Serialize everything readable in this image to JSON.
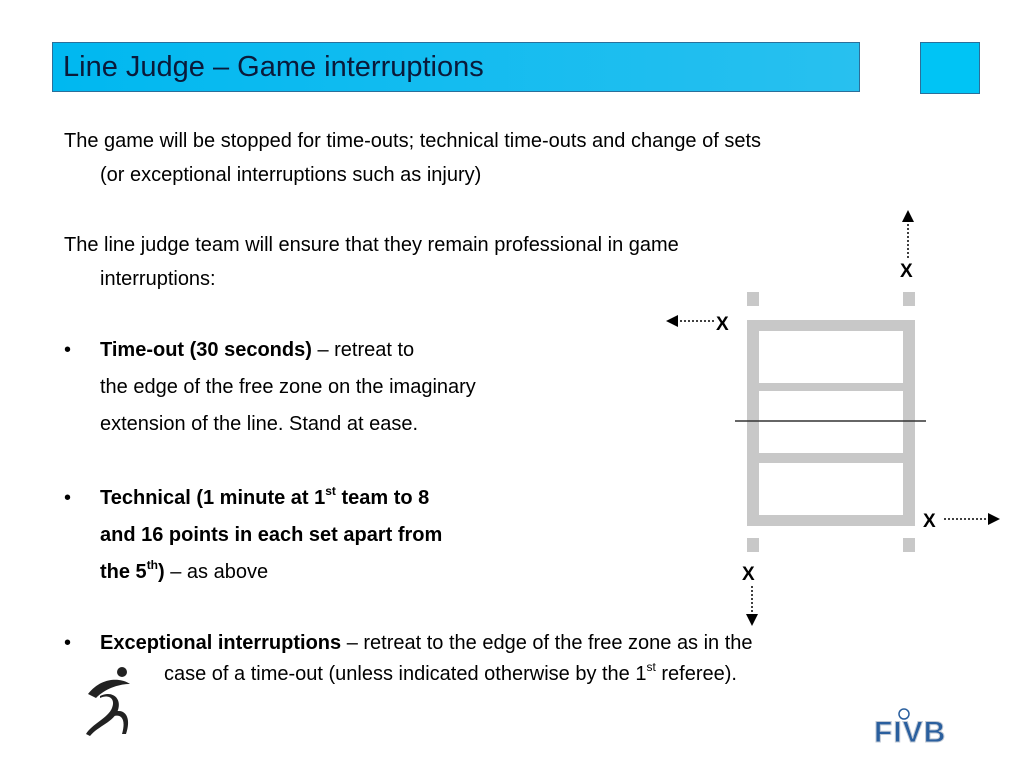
{
  "title": "Line Judge – Game interruptions",
  "paragraphs": {
    "p1_line1": "The game will be stopped for time-outs; technical time-outs and change of sets",
    "p1_line2": "(or exceptional interruptions such as injury)",
    "p2_line1": "The line judge team will ensure that they remain professional in game",
    "p2_line2": "interruptions:"
  },
  "bullets": {
    "b1_bold": "Time-out  (30 seconds)",
    "b1_rest": " – retreat to",
    "b1_line2": "the edge of the free zone on the imaginary",
    "b1_line3": "extension of the line.  Stand at ease.",
    "b2_bold_a": "Technical (1 minute at 1",
    "b2_sup_a": "st",
    "b2_bold_b": " team to 8",
    "b2_line2": "and 16 points in each set apart from",
    "b2_bold_c": "the 5",
    "b2_sup_c": "th",
    "b2_bold_d": ")",
    "b2_rest": " – as above",
    "b3_bold": "Exceptional interruptions",
    "b3_rest": " – retreat to the edge of the free zone as in the",
    "b3_line2_a": "case of a time-out (unless indicated otherwise by the 1",
    "b3_sup": "st",
    "b3_line2_b": " referee)."
  },
  "bullet_symbol": "•",
  "diagram": {
    "markers": [
      "X",
      "X",
      "X",
      "X"
    ]
  },
  "logo_right": "FIVB",
  "colors": {
    "title_bar": "#00b8f0",
    "court_lines": "#c8c8c8"
  }
}
